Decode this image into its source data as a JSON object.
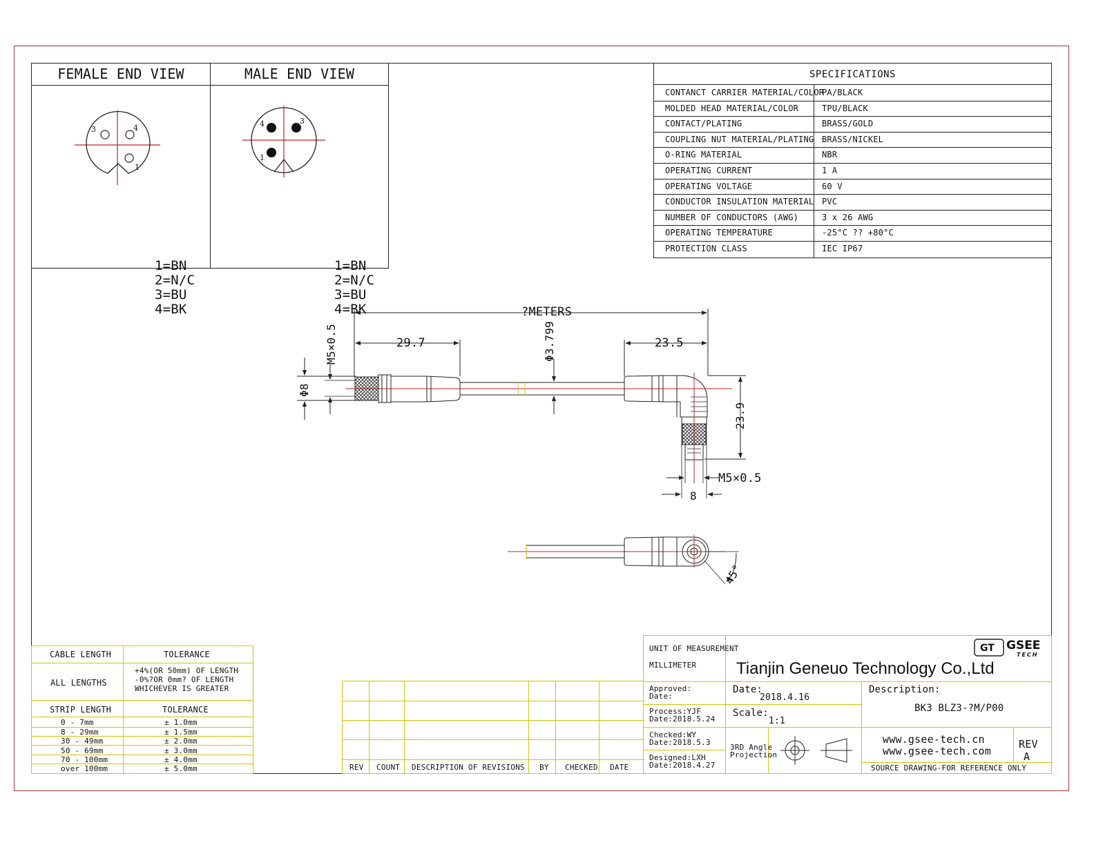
{
  "end_views": {
    "female": {
      "title": "FEMALE END VIEW",
      "pin_labels": [
        "1",
        "3",
        "4"
      ]
    },
    "male": {
      "title": "MALE END VIEW",
      "pin_labels": [
        "1",
        "3",
        "4"
      ]
    },
    "wiring": [
      "1=BN",
      "2=N/C",
      "3=BU",
      "4=BK"
    ]
  },
  "specifications": {
    "title": "SPECIFICATIONS",
    "rows": [
      {
        "key": "CONTANCT CARRIER MATERIAL/COLOR",
        "value": "PA/BLACK"
      },
      {
        "key": "MOLDED HEAD MATERIAL/COLOR",
        "value": "TPU/BLACK"
      },
      {
        "key": "CONTACT/PLATING",
        "value": "BRASS/GOLD"
      },
      {
        "key": "COUPLING NUT MATERIAL/PLATING",
        "value": "BRASS/NICKEL"
      },
      {
        "key": "O-RING MATERIAL",
        "value": "NBR"
      },
      {
        "key": "OPERATING CURRENT",
        "value": "1 A"
      },
      {
        "key": "OPERATING VOLTAGE",
        "value": "60 V"
      },
      {
        "key": "CONDUCTOR INSULATION MATERIAL",
        "value": "PVC"
      },
      {
        "key": "NUMBER OF CONDUCTORS (AWG)",
        "value": "3 x 26 AWG"
      },
      {
        "key": "OPERATING TEMPERATURE",
        "value": "-25°C ?? +80°C"
      },
      {
        "key": "PROTECTION CLASS",
        "value": "IEC  IP67"
      }
    ]
  },
  "dimensions": {
    "overall_length": "?METERS",
    "female_head_length": "29.7",
    "angled_head_length": "23.5",
    "cable_diameter": "Φ3.799",
    "head_diameter": "Φ8",
    "thread_female": "M5×0.5",
    "angled_height": "23.9",
    "thread_angled": "M5×0.5",
    "angled_width": "8",
    "rotation": "45°"
  },
  "tolerance_table": {
    "cable_length_header": "CABLE LENGTH",
    "tolerance_header": "TOLERANCE",
    "all_lengths": "ALL LENGTHS",
    "all_lengths_tolerance": [
      "+4%(OR 50mm) OF LENGTH",
      "-0%?OR 0mm? OF LENGTH",
      "WHICHEVER  IS  GREATER"
    ],
    "strip_length_header": "STRIP LENGTH",
    "strip_tolerance_header": "TOLERANCE",
    "strip_rows": [
      {
        "range": "0 - 7mm",
        "tol": "± 1.0mm"
      },
      {
        "range": "8 - 29mm",
        "tol": "± 1.5mm"
      },
      {
        "range": "30 - 49mm",
        "tol": "± 2.0mm"
      },
      {
        "range": "50 - 69mm",
        "tol": "± 3.0mm"
      },
      {
        "range": "70 - 100mm",
        "tol": "± 4.0mm"
      },
      {
        "range": "over 100mm",
        "tol": "± 5.0mm"
      }
    ]
  },
  "revisions": {
    "headers": [
      "REV",
      "COUNT",
      "DESCRIPTION  OF  REVISIONS",
      "BY",
      "CHECKED",
      "DATE"
    ]
  },
  "title_block": {
    "unit_label": "UNIT OF MEASUREMENT",
    "unit_value": "MILLIMETER",
    "company": "Tianjin Geneuo Technology Co.,Ltd",
    "logo_mark": "GT",
    "logo_name": "GSEE",
    "logo_sub": "TECH",
    "approved": "Approved:",
    "approved_date": "Date:",
    "process": "Process:YJF",
    "process_date": "Date:2018.5.24",
    "checked": "Checked:WY",
    "checked_date": "Date:2018.5.3",
    "designed": "Designed:LXH",
    "designed_date": "Date:2018.4.27",
    "date_label": "Date:",
    "date_value": "2018.4.16",
    "scale_label": "Scale:",
    "scale_value": "1:1",
    "projection": [
      "3RD Angle",
      "Projection"
    ],
    "description_label": "Description:",
    "description_value": "BK3 BLZ3-?M/P00",
    "website_cn": "www.gsee-tech.cn",
    "website_com": "www.gsee-tech.com",
    "source_note": "SOURCE DRAWING-FOR REFERENCE ONLY",
    "rev_label": "REV",
    "rev_value": "A"
  }
}
